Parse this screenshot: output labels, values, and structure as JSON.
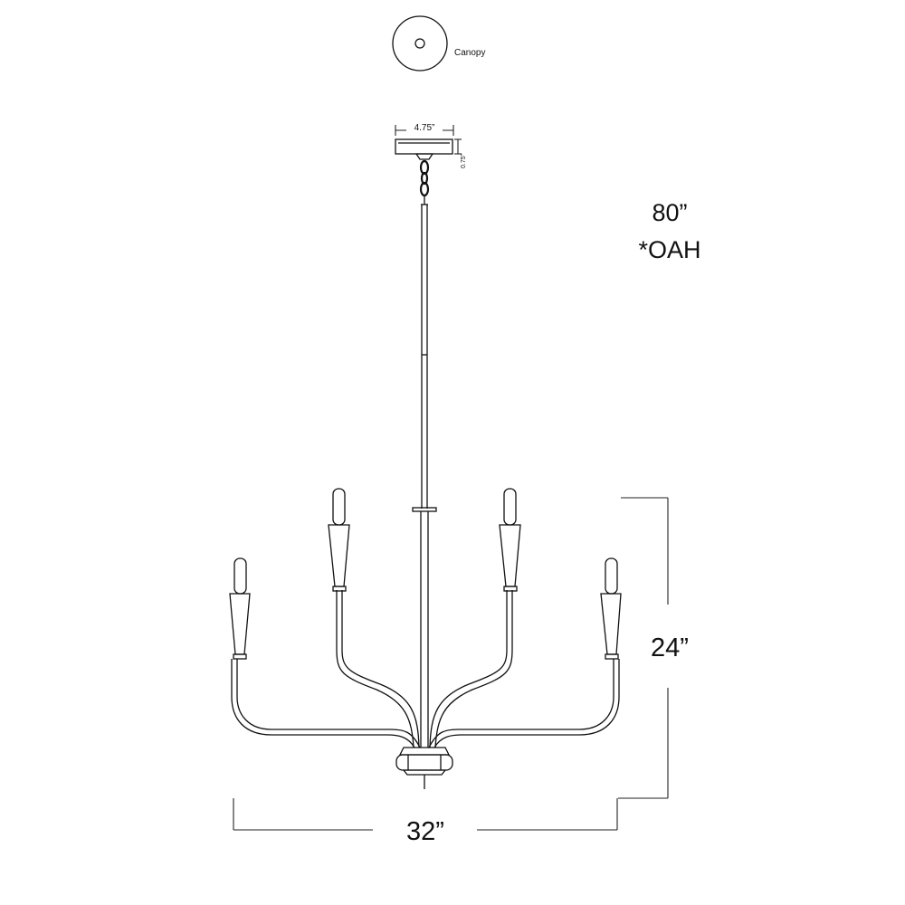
{
  "canopy_label": "Canopy",
  "dims": {
    "canopy_width": "4.75”",
    "canopy_height": "0.75”",
    "overall_height": "80”",
    "overall_height_note": "*OAH",
    "fixture_height": "24”",
    "fixture_width": "32”"
  }
}
